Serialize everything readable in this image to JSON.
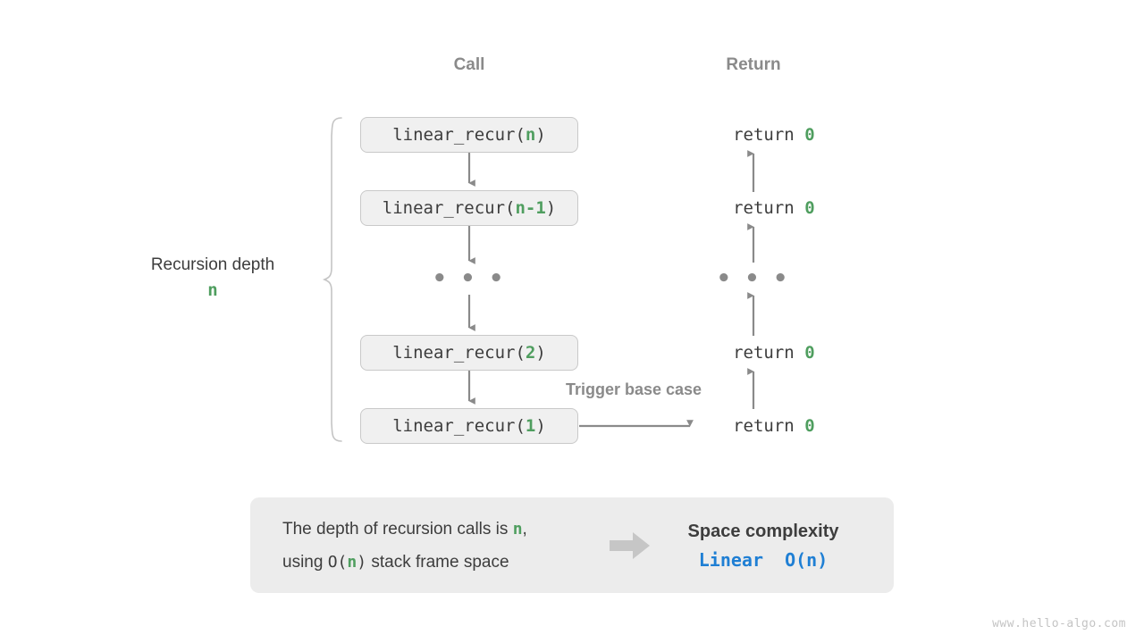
{
  "columns": {
    "call_label": "Call",
    "return_label": "Return"
  },
  "depth": {
    "title": "Recursion depth",
    "value": "n"
  },
  "call_stack": [
    {
      "prefix": "linear_recur(",
      "arg": "n",
      "suffix": ")"
    },
    {
      "prefix": "linear_recur(",
      "arg": "n-1",
      "suffix": ")"
    },
    {
      "prefix": "linear_recur(",
      "arg": "2",
      "suffix": ")"
    },
    {
      "prefix": "linear_recur(",
      "arg": "1",
      "suffix": ")"
    }
  ],
  "returns": [
    {
      "text": "return ",
      "value": "0"
    },
    {
      "text": "return ",
      "value": "0"
    },
    {
      "text": "return ",
      "value": "0"
    },
    {
      "text": "return ",
      "value": "0"
    }
  ],
  "ellipsis": "• • •",
  "trigger_note": "Trigger base case",
  "summary": {
    "line1_a": "The depth of recursion calls is ",
    "line1_n": "n",
    "line1_b": ",",
    "line2_a": "using ",
    "line2_o": "O(",
    "line2_n": "n",
    "line2_c": ")",
    "line2_b": " stack frame space",
    "arrow_icon": "right-block-arrow-icon",
    "title": "Space complexity",
    "value": "Linear  O(n)"
  },
  "footer": "www.hello-algo.com",
  "colors": {
    "green": "#4f9e5f",
    "blue": "#1f7fd4",
    "gray_text": "#3d3d3d",
    "gray_muted": "#8a8a8a",
    "box_fill": "#f0f0f0",
    "box_border": "#c9c9c9",
    "panel_fill": "#ececec",
    "arrow": "#8a8a8a"
  }
}
